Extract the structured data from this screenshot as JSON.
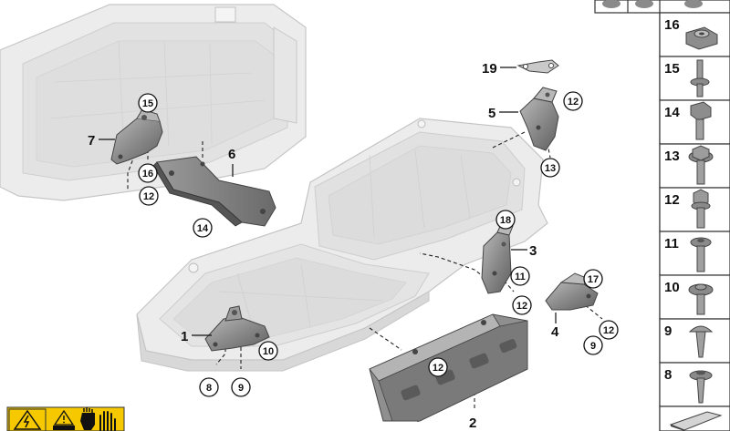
{
  "diagram": {
    "callouts_numbers": {
      "c15": "15",
      "c16": "16",
      "c12a": "12",
      "c14": "14",
      "c12b": "12",
      "c13": "13",
      "c18": "18",
      "c11": "11",
      "c12c": "12",
      "c17": "17",
      "c12d": "12",
      "c9a": "9",
      "c10": "10",
      "c8": "8",
      "c9b": "9",
      "c12e": "12"
    },
    "part_labels": {
      "p7": "7",
      "p6": "6",
      "p19": "19",
      "p5": "5",
      "p3": "3",
      "p4": "4",
      "p1": "1",
      "p2": "2"
    },
    "legend": [
      "16",
      "15",
      "14",
      "13",
      "12",
      "11",
      "10",
      "9",
      "8"
    ]
  },
  "colors": {
    "tray_fill": "#e9e9e9",
    "tray_stroke": "#c4c4c4",
    "bracket_fill": "#8e8e8e",
    "bracket_dark": "#5c5c5c",
    "ink": "#111111",
    "warning_yellow": "#f5c800"
  }
}
